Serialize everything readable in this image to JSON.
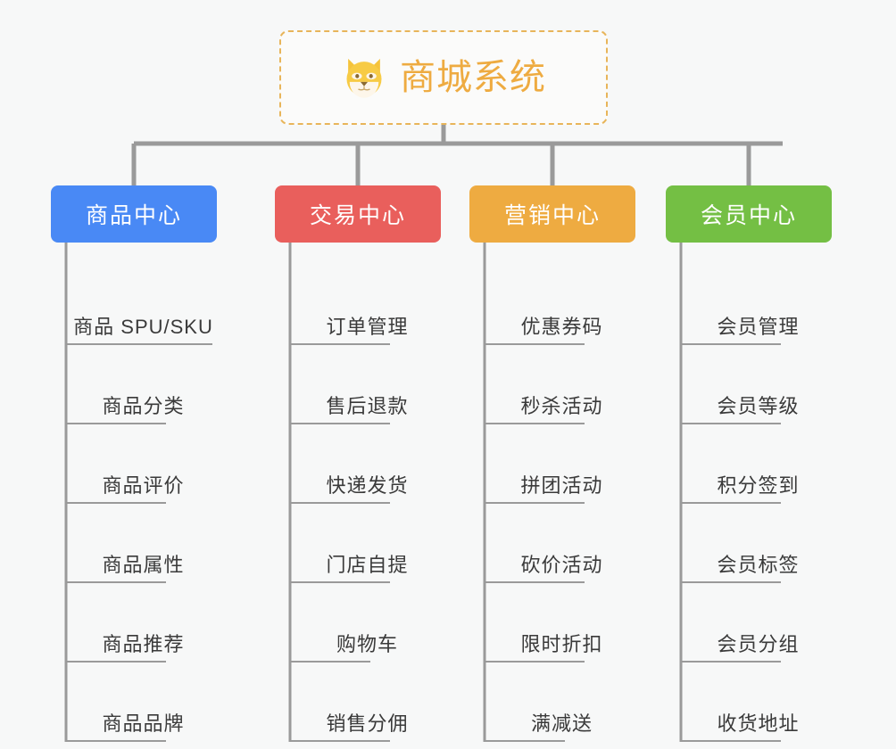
{
  "diagram": {
    "type": "organization-tree",
    "background_color": "#f7f8f8",
    "root": {
      "title": "商城系统",
      "icon": "shiba-dog-face-icon",
      "border_color": "#e8b55a",
      "text_color": "#eeab41",
      "border_style": "dashed"
    },
    "connector_color": "#9a9a9a",
    "branches": [
      {
        "label": "商品中心",
        "color": "#4989f5",
        "items": [
          "商品 SPU/SKU",
          "商品分类",
          "商品评价",
          "商品属性",
          "商品推荐",
          "商品品牌"
        ]
      },
      {
        "label": "交易中心",
        "color": "#e95f5c",
        "items": [
          "订单管理",
          "售后退款",
          "快递发货",
          "门店自提",
          "购物车",
          "销售分佣"
        ]
      },
      {
        "label": "营销中心",
        "color": "#eeab41",
        "items": [
          "优惠券码",
          "秒杀活动",
          "拼团活动",
          "砍价活动",
          "限时折扣",
          "满减送"
        ]
      },
      {
        "label": "会员中心",
        "color": "#74bf44",
        "items": [
          "会员管理",
          "会员等级",
          "积分签到",
          "会员标签",
          "会员分组",
          "收货地址"
        ]
      }
    ]
  }
}
